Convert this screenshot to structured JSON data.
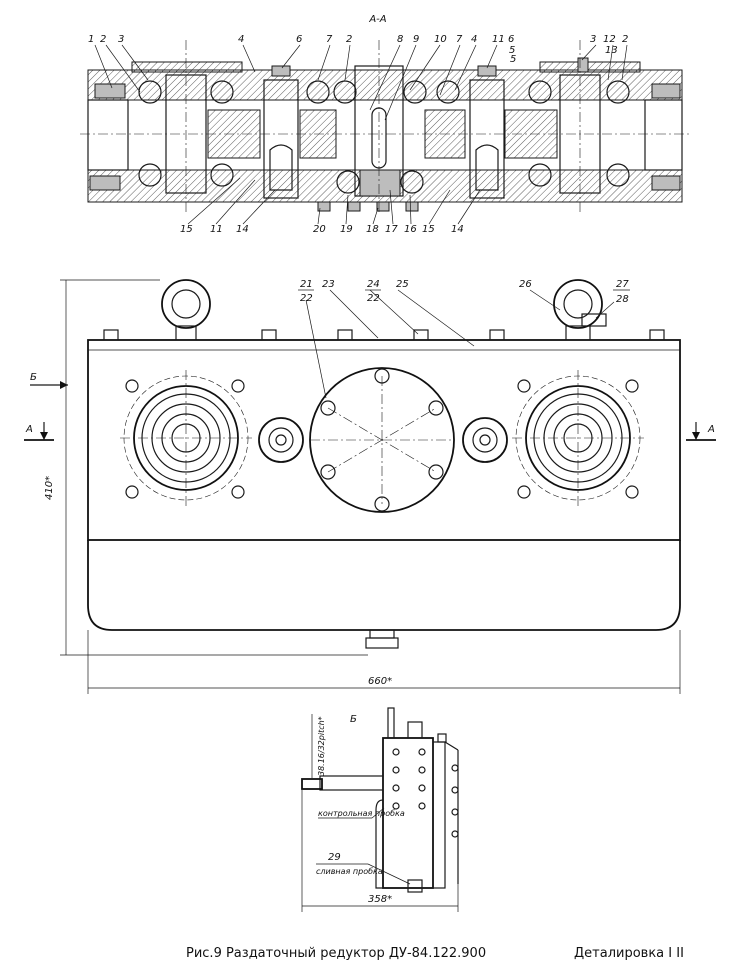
{
  "section_title": "А-А",
  "view_b_title": "Б",
  "marker_b": "Б",
  "marker_a_left": "А",
  "marker_a_right": "А",
  "dim_height": "410*",
  "dim_width": "660*",
  "dim_depth": "358*",
  "dim_shaft": "38.16/32pitch*",
  "label_control_plug": "контрольная пробка",
  "label_drain_plug": "сливная пробка",
  "label_drain_num": "29",
  "top_callouts": [
    "1",
    "2",
    "3",
    "4",
    "6",
    "7",
    "2",
    "8",
    "9",
    "10",
    "7",
    "4",
    "11",
    "6",
    "5",
    "3",
    "12",
    "2",
    "5",
    "13"
  ],
  "bottom_callouts": [
    "15",
    "11",
    "14",
    "20",
    "19",
    "18",
    "17",
    "16",
    "15",
    "14"
  ],
  "front_callouts": [
    "21",
    "22",
    "23",
    "24",
    "22",
    "25",
    "26",
    "27",
    "28"
  ],
  "caption": "Рис.9  Раздаточный редуктор ДУ-84.122.900",
  "caption_right": "Деталировка  I  II"
}
